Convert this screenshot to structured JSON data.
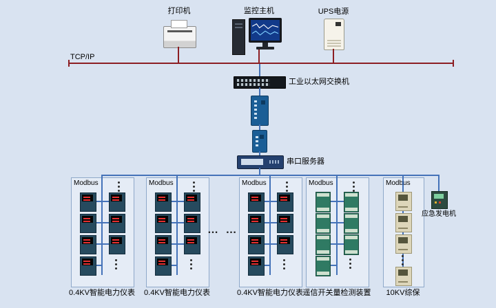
{
  "top": {
    "printer_label": "打印机",
    "monitor_label": "监控主机",
    "ups_label": "UPS电源"
  },
  "backbone": {
    "tcpip_label": "TCP/IP",
    "switch_label": "工业以太网交换机",
    "serial_server_label": "串口服务器"
  },
  "groups": [
    {
      "bus": "Modbus",
      "label": "0.4KV智能电力仪表"
    },
    {
      "bus": "Modbus",
      "label": "0.4KV智能电力仪表"
    },
    {
      "bus": "Modbus",
      "label": "0.4KV智能电力仪表"
    },
    {
      "bus": "Modbus",
      "label": "遥信开关量检测装置"
    },
    {
      "bus": "Modbus",
      "label": "10KV综保"
    }
  ],
  "generator_label": "应急发电机",
  "continuation": "… …",
  "colors": {
    "background": "#d9e3f1",
    "tcpip_line": "#8c1d22",
    "network_line": "#4472b8",
    "meter_display": "#e83030"
  }
}
